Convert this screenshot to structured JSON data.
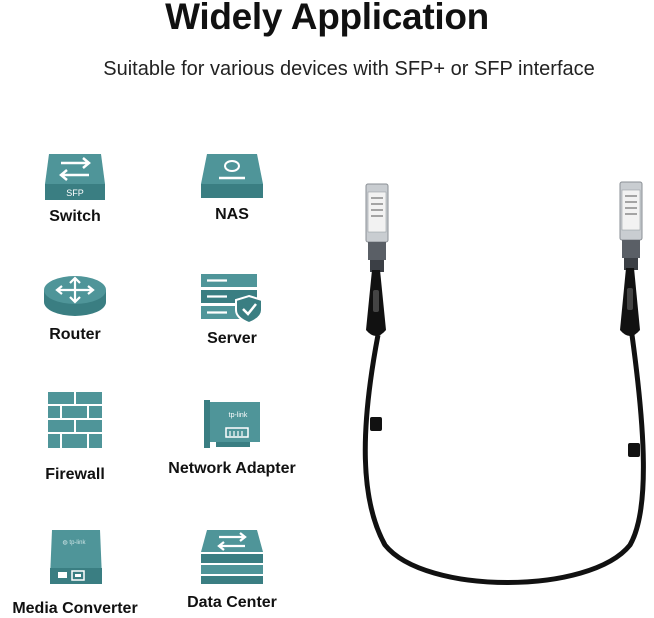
{
  "header": {
    "title": "Widely Application",
    "subtitle": "Suitable for various devices with SFP+ or SFP interface"
  },
  "devices": [
    {
      "label": "Switch",
      "icon": "switch-icon",
      "badge": "SFP"
    },
    {
      "label": "NAS",
      "icon": "nas-icon"
    },
    {
      "label": "Router",
      "icon": "router-icon"
    },
    {
      "label": "Server",
      "icon": "server-icon"
    },
    {
      "label": "Firewall",
      "icon": "firewall-icon"
    },
    {
      "label": "Network Adapter",
      "icon": "network-adapter-icon",
      "brand": "tp-link"
    },
    {
      "label": "Media Converter",
      "icon": "media-converter-icon"
    },
    {
      "label": "Data Center",
      "icon": "data-center-icon"
    }
  ],
  "colors": {
    "icon_teal": "#3a7e82",
    "icon_teal_light": "#4f9599",
    "text": "#111111"
  }
}
